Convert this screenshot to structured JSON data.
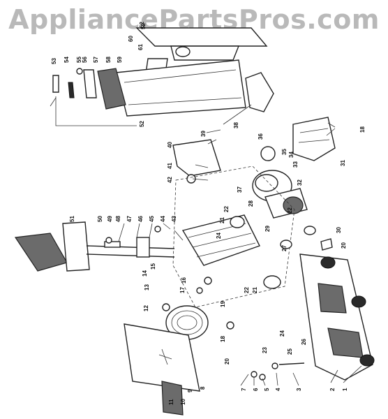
{
  "watermark": "AppliancePartsPros.com",
  "part_labels": [
    "1",
    "2",
    "3",
    "4",
    "5",
    "6",
    "7",
    "8",
    "9",
    "10",
    "11",
    "12",
    "13",
    "14",
    "15",
    "16",
    "17",
    "18",
    "18",
    "19",
    "20",
    "20",
    "21",
    "21",
    "22",
    "22",
    "22",
    "23",
    "24",
    "24",
    "25",
    "26",
    "27",
    "28",
    "29",
    "30",
    "31",
    "32",
    "33",
    "34",
    "35",
    "36",
    "37",
    "38",
    "39",
    "40",
    "41",
    "42",
    "43",
    "44",
    "45",
    "46",
    "47",
    "48",
    "49",
    "50",
    "51",
    "52",
    "52",
    "53",
    "54",
    "55",
    "56",
    "57",
    "58",
    "59",
    "60",
    "61",
    "62"
  ]
}
